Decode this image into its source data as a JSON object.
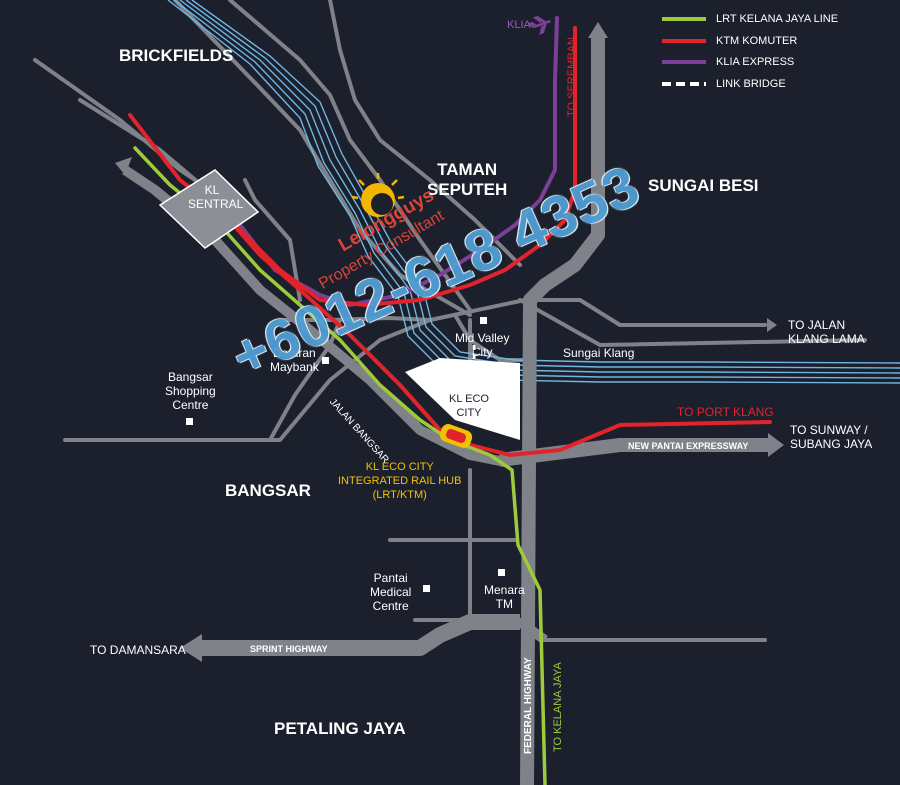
{
  "colors": {
    "background": "#1b202c",
    "road": "#7f8288",
    "lrt": "#9ecb3c",
    "ktm": "#e3232b",
    "klia": "#7b3f97",
    "river": "#6fb6e4",
    "station_highlight": "#f2c200"
  },
  "legend": [
    {
      "label": "LRT KELANA JAYA LINE",
      "color": "#9ecb3c",
      "style": "solid"
    },
    {
      "label": "KTM KOMUTER",
      "color": "#e3232b",
      "style": "solid"
    },
    {
      "label": "KLIA EXPRESS",
      "color": "#7b3f97",
      "style": "solid"
    },
    {
      "label": "LINK BRIDGE",
      "color": "#ffffff",
      "style": "dashed"
    }
  ],
  "areas": {
    "brickfields": "BRICKFIELDS",
    "taman_seputeh": "TAMAN\nSEPUTEH",
    "sungai_besi": "SUNGAI BESI",
    "bangsar": "BANGSAR",
    "petaling_jaya": "PETALING JAYA"
  },
  "places": {
    "kl_sentral": "KL\nSENTRAL",
    "mid_valley": "Mid Valley\nCity",
    "dataran_maybank": "Dataran\nMaybank",
    "bangsar_shopping_centre": "Bangsar\nShopping\nCentre",
    "kl_eco_city": "KL ECO\nCITY",
    "pantai_medical_centre": "Pantai\nMedical\nCentre",
    "menara_tm": "Menara\nTM",
    "sungai_klang": "Sungai Klang",
    "klia": "KLIA"
  },
  "hub_label": "KL ECO CITY\nINTEGRATED RAIL HUB\n(LRT/KTM)",
  "roads": {
    "jalan_bangsar": "JALAN BANGSAR",
    "new_pantai_expressway": "NEW PANTAI EXPRESSWAY",
    "sprint_highway": "SPRINT HIGHWAY",
    "federal_highway": "FEDERAL HIGHWAY"
  },
  "destinations": {
    "to_seremban": "TO SEREMBAN",
    "to_jalan_klang_lama": "TO JALAN\nKLANG LAMA",
    "to_port_klang": "TO PORT KLANG",
    "to_sunway": "TO SUNWAY /\nSUBANG JAYA",
    "to_damansara": "TO DAMANSARA",
    "to_kelana_jaya": "TO KELANA JAYA"
  },
  "watermark": {
    "brand": "Lelongguys",
    "subtitle": "Property Consultant",
    "phone": "+6012-618 4353"
  },
  "icons": [
    "airplane-icon",
    "sun-logo-icon"
  ]
}
